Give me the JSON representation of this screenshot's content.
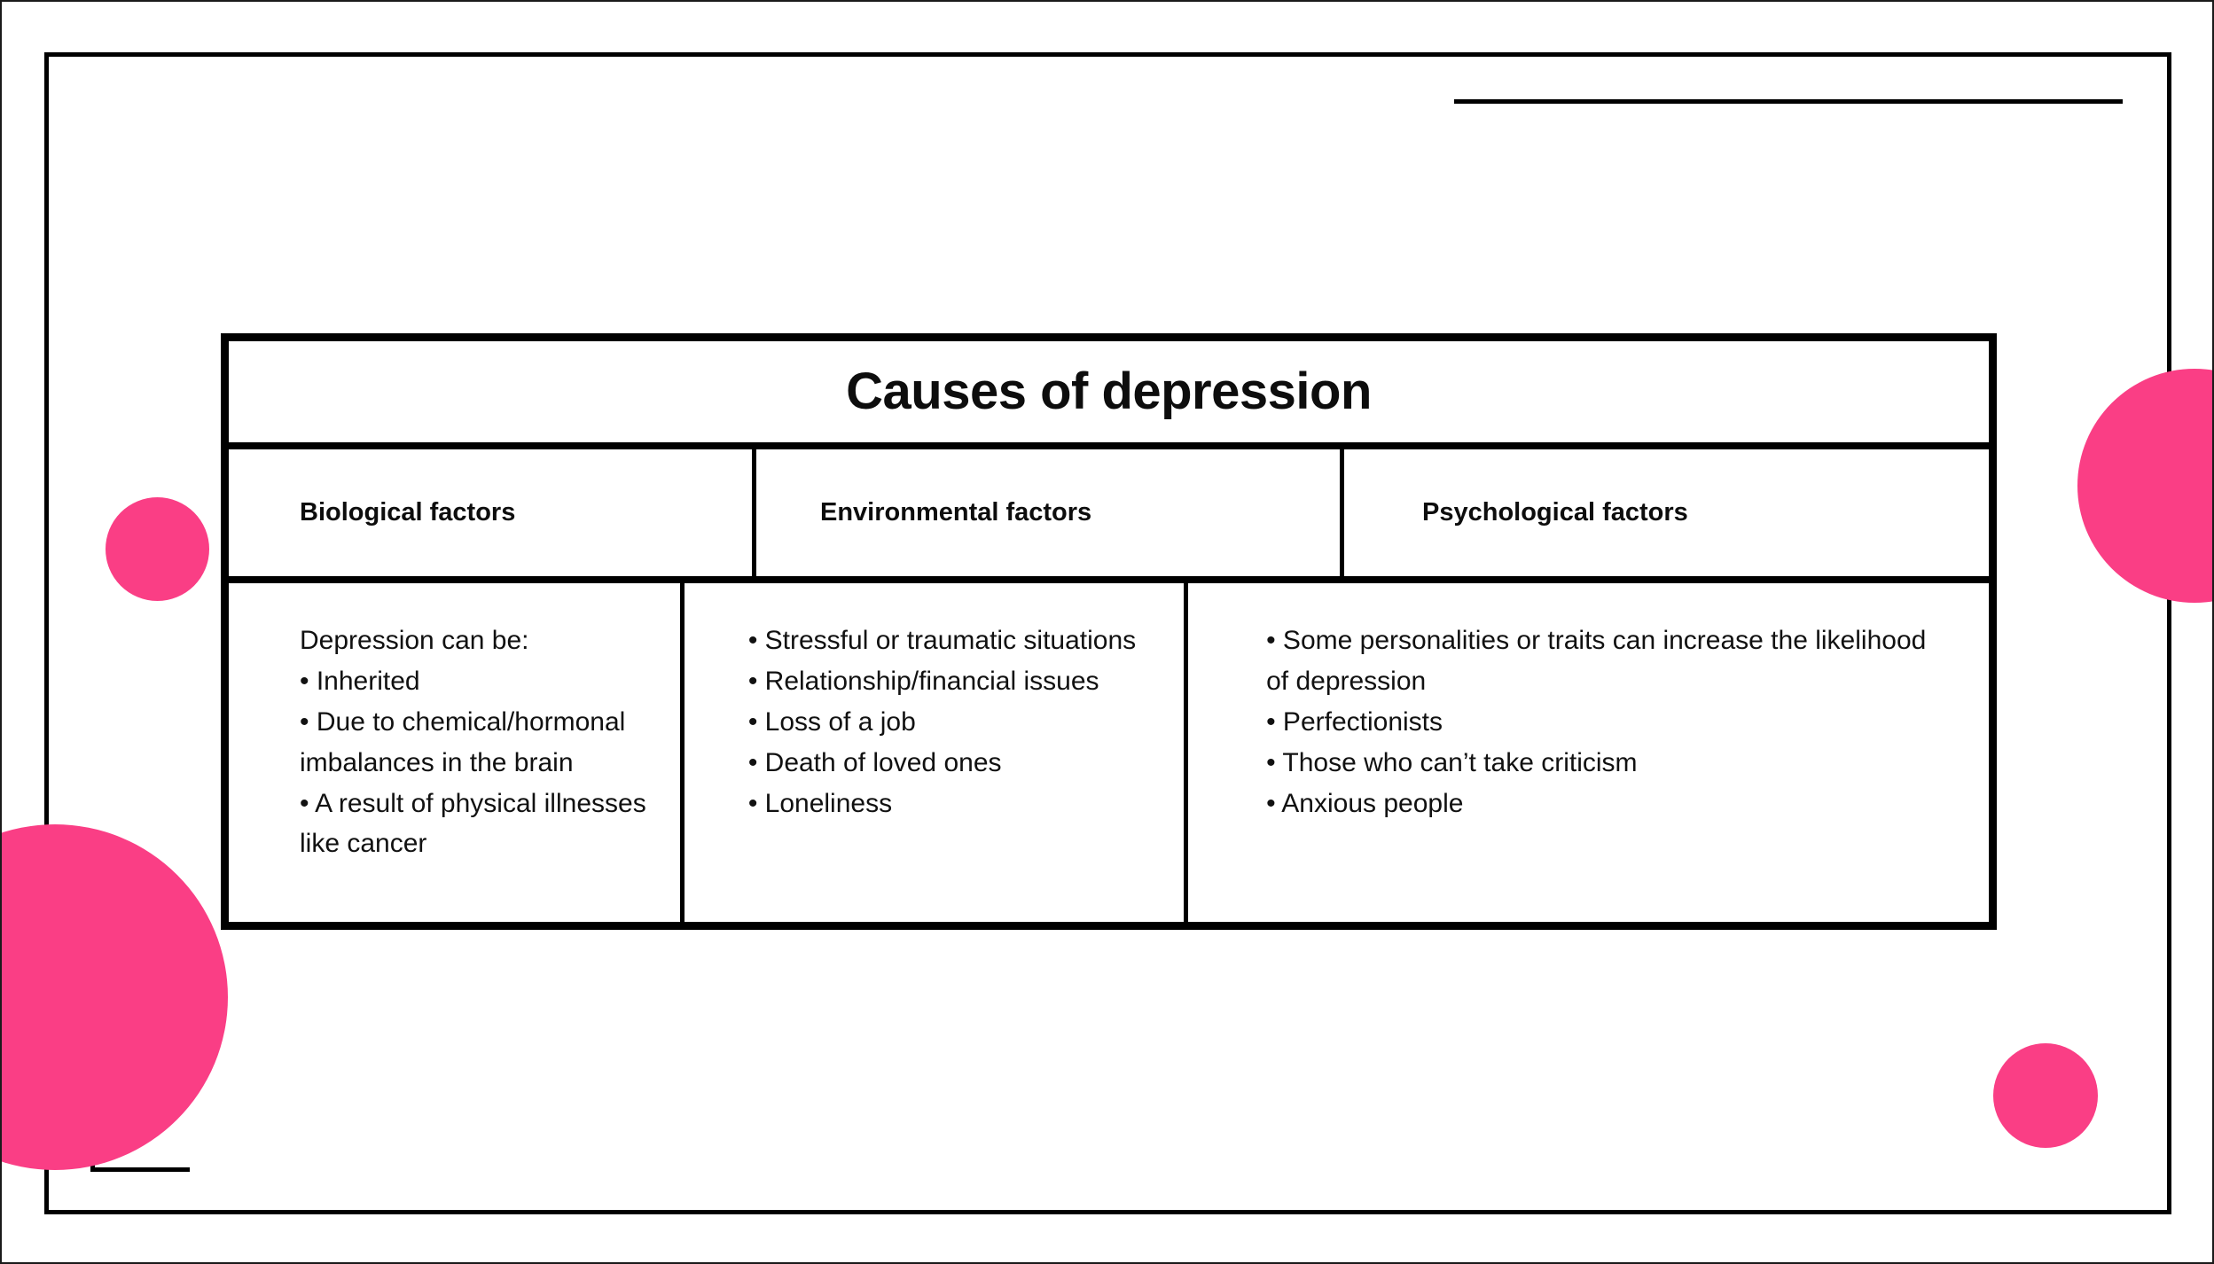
{
  "theme": {
    "accent_color": "#FA3E85",
    "ink_color": "#000000",
    "background_color": "#FFFFFF"
  },
  "table": {
    "title": "Causes of depression",
    "columns": [
      {
        "header": "Biological factors",
        "lead": "Depression can be:",
        "items": [
          "• Inherited",
          "• Due to chemical/hormonal imbalances in the brain",
          "• A result of physical illnesses like cancer"
        ]
      },
      {
        "header": "Environmental factors",
        "lead": "",
        "items": [
          "• Stressful or traumatic situations",
          "• Relationship/financial issues",
          "• Loss of a job",
          "• Death of loved ones",
          "• Loneliness"
        ]
      },
      {
        "header": "Psychological factors",
        "lead": "",
        "items": [
          "• Some personalities or traits can increase the likelihood of depression",
          "• Perfectionists",
          "• Those who can’t take criticism",
          "• Anxious people"
        ]
      }
    ]
  },
  "decorations": {
    "frame": "slide-border-frame",
    "rule": "top-right-accent-rule",
    "bracket": "bottom-left-corner-bracket",
    "circles": [
      "accent-circle-small-left",
      "accent-circle-large-left",
      "accent-circle-large-right",
      "accent-circle-small-right"
    ]
  }
}
